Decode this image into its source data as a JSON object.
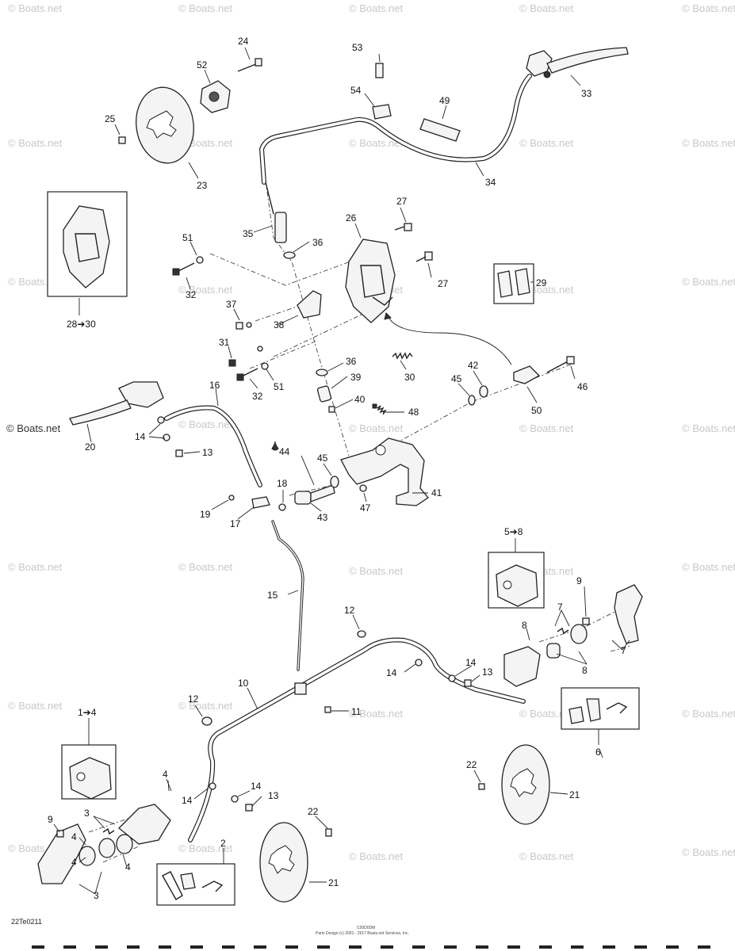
{
  "watermark": "© Boats.net",
  "footer": {
    "drawing_code": "22Te0211",
    "copyright_line1": "C00D0DM",
    "copyright_line2": "Parts Design (c) 2001 - 2017 Boats.net Services, Inc."
  },
  "callouts": {
    "c1to4": "1➔4",
    "c2": "2",
    "c3a": "3",
    "c3b": "3",
    "c4a": "4",
    "c4b": "4",
    "c4c": "4",
    "c4d": "4",
    "c5to8": "5➔8",
    "c6": "6",
    "c7a": "7",
    "c7b": "7",
    "c8a": "8",
    "c8b": "8",
    "c9a": "9",
    "c9b": "9",
    "c10": "10",
    "c11": "11",
    "c12a": "12",
    "c12b": "12",
    "c13a": "13",
    "c13b": "13",
    "c13c": "13",
    "c14a": "14",
    "c14b": "14",
    "c14c": "14",
    "c14d": "14",
    "c14e": "14",
    "c15": "15",
    "c16": "16",
    "c17": "17",
    "c18": "18",
    "c19": "19",
    "c20": "20",
    "c21a": "21",
    "c21b": "21",
    "c22a": "22",
    "c22b": "22",
    "c23": "23",
    "c24": "24",
    "c25": "25",
    "c26": "26",
    "c27a": "27",
    "c27b": "27",
    "c28to30": "28➔30",
    "c29": "29",
    "c30": "30",
    "c31": "31",
    "c32a": "32",
    "c32b": "32",
    "c33": "33",
    "c34": "34",
    "c35": "35",
    "c36a": "36",
    "c36b": "36",
    "c37": "37",
    "c38": "38",
    "c39": "39",
    "c40": "40",
    "c41": "41",
    "c42": "42",
    "c43": "43",
    "c44": "44",
    "c45a": "45",
    "c45b": "45",
    "c46": "46",
    "c47": "47",
    "c48": "48",
    "c49": "49",
    "c50": "50",
    "c51a": "51",
    "c51b": "51",
    "c52": "52",
    "c53": "53",
    "c54": "54"
  }
}
